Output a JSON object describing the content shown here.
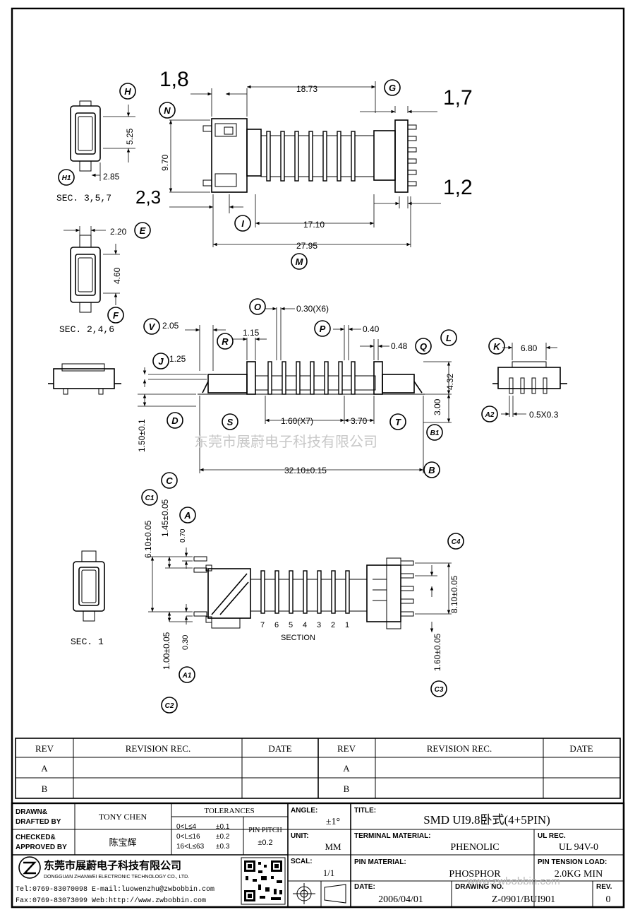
{
  "title_block": {
    "drawn_label": "DRAWN&",
    "drafted_label": "DRAFTED BY",
    "drawn_by": "TONY CHEN",
    "checked_label": "CHECKED&",
    "approved_label": "APPROVED BY",
    "approved_by": "陈宝辉",
    "tolerances_label": "TOLERANCES",
    "tol_1": "0<L≤4",
    "tol_1v": "±0.1",
    "tol_2": "0<L≤16",
    "tol_2v": "±0.2",
    "tol_3": "16<L≤63",
    "tol_3v": "±0.3",
    "pin_pitch_label": "PIN PITCH",
    "pin_pitch_value": "±0.2",
    "angle_label": "ANGLE:",
    "angle_value": "±1°",
    "unit_label": "UNIT:",
    "unit_value": "MM",
    "scale_label": "SCAL:",
    "scale_value": "1/1",
    "title_label": "TITLE:",
    "title_value": "SMD UI9.8卧式(4+5PIN)",
    "terminal_material_label": "TERMINAL MATERIAL:",
    "terminal_material_value": "PHENOLIC",
    "ul_rec_label": "UL REC.",
    "ul_rec_value": "UL 94V-0",
    "pin_material_label": "PIN MATERIAL:",
    "pin_material_value": "PHOSPHOR",
    "pin_tension_label": "PIN TENSION LOAD:",
    "pin_tension_value": "2.0KG MIN",
    "date_label": "DATE:",
    "date_value": "2006/04/01",
    "drawing_no_label": "DRAWING NO.",
    "drawing_no_value": "Z-0901/BUI901",
    "rev_label": "REV.",
    "rev_value": "0"
  },
  "company": {
    "name_cn": "东莞市展蔚电子科技有限公司",
    "name_en": "DONGGUAN ZHANWEI ELECTRONIC TECHNOLOGY CO., LTD.",
    "tel": "Tel:0769-83070098",
    "email": "E-mail:luowenzhu@zwbobbin.com",
    "fax": "Fax:0769-83073099",
    "web": "Web:http://www.zwbobbin.com",
    "watermark": "东莞市展蔚电子科技有限公司",
    "watermark_url": "www.zwbobbin.com"
  },
  "revision_table": {
    "col_rev": "REV",
    "col_rec": "REVISION REC.",
    "col_date": "DATE",
    "rows": [
      "A",
      "B"
    ]
  },
  "labels": {
    "sec357": "SEC. 3,5,7",
    "sec246": "SEC. 2,4,6",
    "sec1": "SEC. 1",
    "section": "SECTION",
    "section_numbers": [
      "7",
      "6",
      "5",
      "4",
      "3",
      "2",
      "1"
    ]
  },
  "dims": {
    "d_1_8": "1,8",
    "d_18_73": "18.73",
    "d_1_7": "1,7",
    "d_5_25": "5.25",
    "d_9_70": "9.70",
    "d_2_85": "2.85",
    "d_2_3": "2,3",
    "d_1_2": "1,2",
    "d_17_10": "17.10",
    "d_27_95": "27.95",
    "d_2_20": "2.20",
    "d_4_60": "4.60",
    "d_0_30x6": "0.30(X6)",
    "d_2_05": "2.05",
    "d_1_15": "1.15",
    "d_0_40": "0.40",
    "d_0_48": "0.48",
    "d_6_80": "6.80",
    "d_1_25": "1.25",
    "d_4_32": "4.32",
    "d_3_00": "3.00",
    "d_1_50": "1.50±0.1",
    "d_1_60x7": "1.60(X7)",
    "d_3_70": "3.70",
    "d_0_5x0_3": "0.5X0.3",
    "d_32_10": "32.10±0.15",
    "d_6_10": "6.10±0.05",
    "d_1_45": "1.45±0.05",
    "d_0_70": "0.70",
    "d_8_10": "8.10±0.05",
    "d_1_00": "1.00±0.05",
    "d_0_30": "0.30",
    "d_1_60": "1.60±0.05"
  },
  "callouts": {
    "H": "H",
    "N": "N",
    "G": "G",
    "H1": "H1",
    "E": "E",
    "F": "F",
    "I": "I",
    "M": "M",
    "O": "O",
    "V": "V",
    "R": "R",
    "P": "P",
    "L": "L",
    "Q": "Q",
    "K": "K",
    "J": "J",
    "D": "D",
    "S": "S",
    "T": "T",
    "B1": "B1",
    "B": "B",
    "A2": "A2",
    "C": "C",
    "C1": "C1",
    "A": "A",
    "C4": "C4",
    "A1": "A1",
    "C2": "C2",
    "C3": "C3"
  }
}
